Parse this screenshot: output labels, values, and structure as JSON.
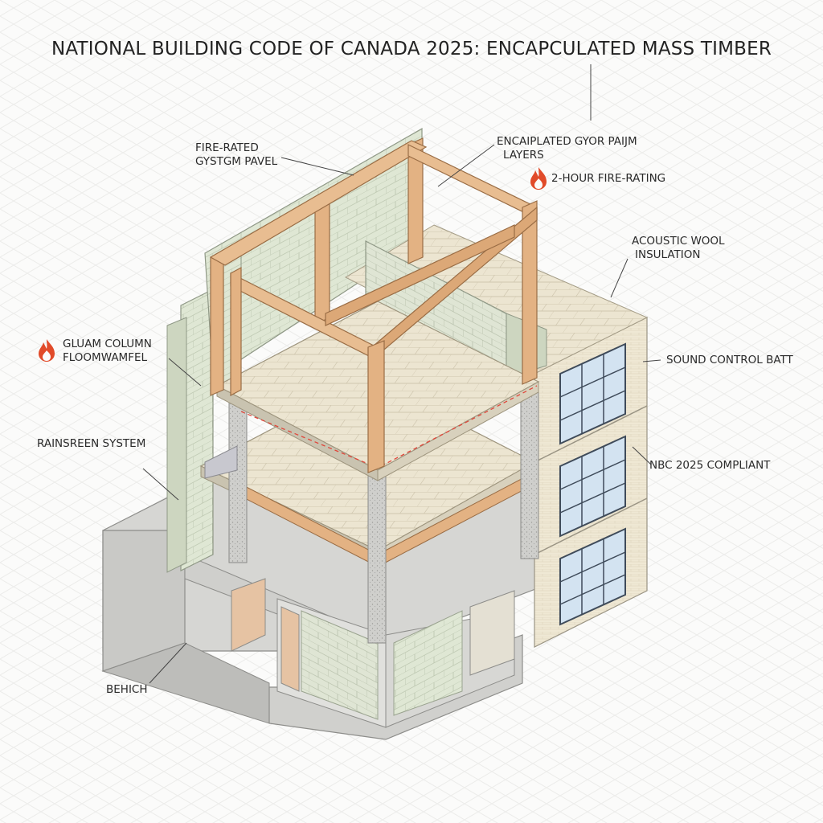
{
  "title": "NATIONAL BUILDING CODE OF CANADA 2025: ENCAPCULATED MASS TIMBER",
  "labels": {
    "fire_rated_panel": {
      "line1": "FIRE-RATED",
      "line2": "GYSTGM PAVEL"
    },
    "encapsulated_layers": {
      "line1": "ENCAIPLATED GYOR PAIJM",
      "line2": "LAYERS"
    },
    "fire_rating": "2-HOUR FIRE-RATING",
    "acoustic_wool": {
      "line1": "ACOUSTIC WOOL",
      "line2": "INSULATION"
    },
    "glulam_column": {
      "line1": "GLUAM COLUMN",
      "line2": "FLOOMWAMFEL"
    },
    "sound_control": "SOUND CONTROL BATT",
    "rainscreen": "RAINSREEN SYSTEM",
    "nbc_compliant": "NBC 2025 COMPLIANT",
    "bench": "BEHICH"
  },
  "icons": {
    "fire_rating_icon": "flame-icon",
    "glulam_icon": "flame-icon"
  },
  "colors": {
    "timber": "#e3b283",
    "gypsum_green": "#dfe6d3",
    "concrete": "#dcdcd9",
    "floor_tile": "#ece6d3",
    "brick": "#efe9d6",
    "window_glass": "#cfe0ef",
    "flame": "#e14b2a",
    "fire_line": "#e0463a"
  }
}
